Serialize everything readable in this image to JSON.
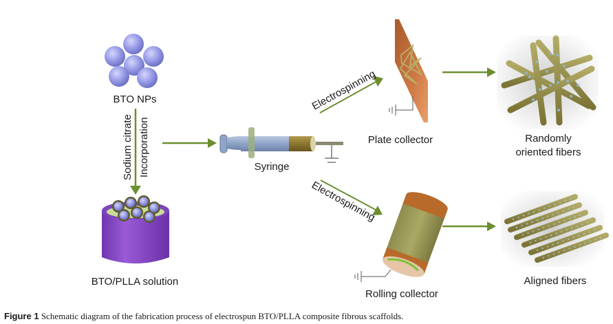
{
  "figure": {
    "caption_label": "Figure 1",
    "caption_text": "Schematic diagram of the fabrication process of electrospun BTO/PLLA composite fibrous scaffolds."
  },
  "nodes": {
    "nanoparticles": "BTO NPs",
    "solution": "BTO/PLLA solution",
    "syringe": "Syringe",
    "plate_collector": "Plate collector",
    "rolling_collector": "Rolling collector",
    "random_fibers_line1": "Randomly",
    "random_fibers_line2": "oriented fibers",
    "aligned_fibers": "Aligned fibers"
  },
  "edges": {
    "step1_left": "Sodium citrate",
    "step1_right": "Incorporation",
    "to_plate": "Electrospinning",
    "to_roller": "Electrospinning"
  },
  "colors": {
    "arrow": "#6b8e2f",
    "particle": "#9a9ee8",
    "beaker": "#8a4fc7",
    "copper": "#c06a30",
    "fiber": "#8f8a4a"
  }
}
